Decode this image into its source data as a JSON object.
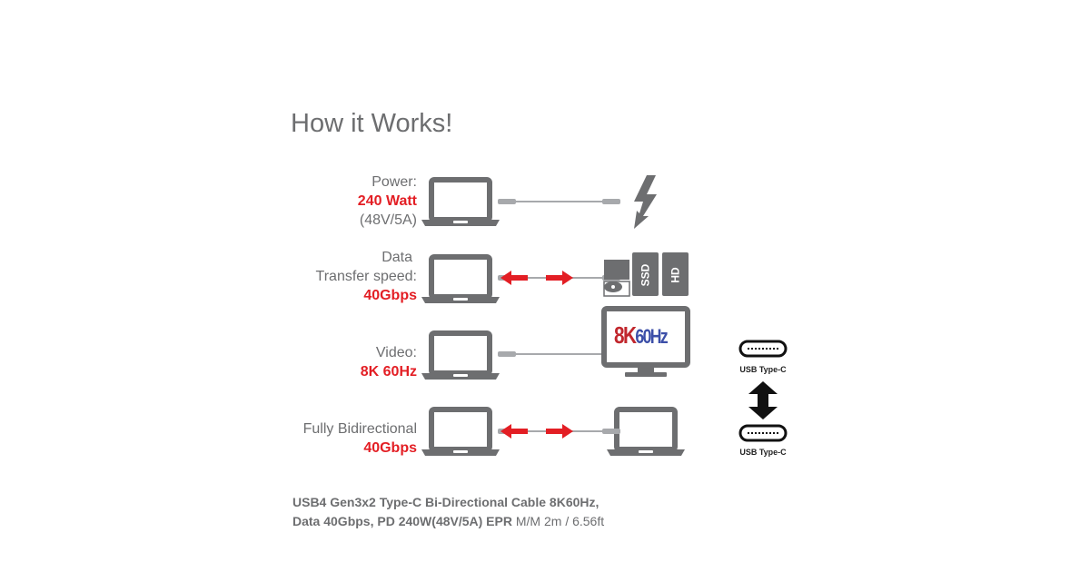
{
  "title": "How it Works!",
  "rows": [
    {
      "line1": "Power:",
      "highlight": "240 Watt",
      "line3": "(48V/5A)"
    },
    {
      "line1": "Data",
      "line2": "Transfer speed:",
      "highlight": "40Gbps"
    },
    {
      "line1": "Video:",
      "highlight": "8K 60Hz"
    },
    {
      "line1": "Fully Bidirectional",
      "highlight": "40Gbps"
    }
  ],
  "devices": {
    "ssd": "SSD",
    "hd": "HD",
    "monitor_8k": "8K",
    "monitor_60hz": "60Hz"
  },
  "usb": {
    "top_label": "USB Type-C",
    "bottom_label": "USB Type-C"
  },
  "footer": {
    "line1": "USB4 Gen3x2 Type-C Bi-Directional Cable 8K60Hz,",
    "line2_bold": "Data 40Gbps, PD 240W(48V/5A) EPR",
    "line2_thin": " M/M 2m / 6.56ft"
  },
  "colors": {
    "accent": "#e31e24",
    "gray": "#6d6e70"
  }
}
